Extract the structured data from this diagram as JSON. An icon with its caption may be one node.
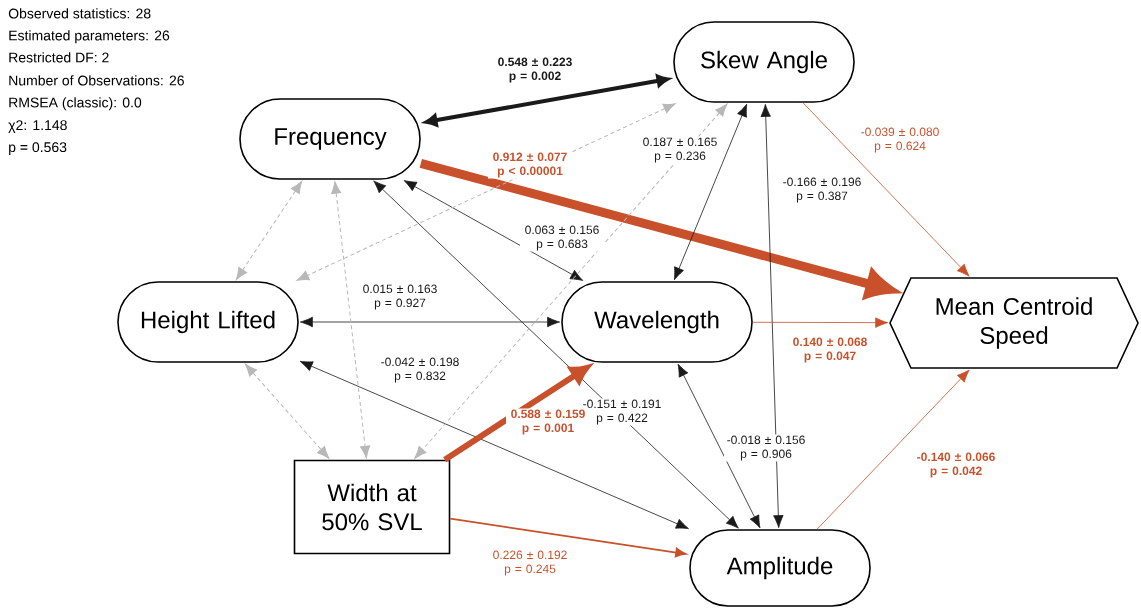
{
  "diagram": {
    "nodes": [
      {
        "text": [
          "Skew Angle"
        ]
      },
      {
        "text": [
          "Frequency"
        ]
      },
      {
        "text": [
          "Height Lifted"
        ]
      },
      {
        "text": [
          "Wavelength"
        ]
      },
      {
        "text": [
          "Mean Centroid Speed"
        ]
      },
      {
        "text": [
          "Width at 50% SVL"
        ]
      },
      {
        "text": [
          "Amplitude"
        ]
      }
    ],
    "edges": [
      {
        "from": 1,
        "to": 0,
        "arrow": "both",
        "style": "thick",
        "label": "0.548 ± 0.223 p = 0.002"
      },
      {
        "from": 1,
        "to": 4,
        "arrow": "to",
        "style": "thick",
        "color": "#c8502a",
        "label": "0.912 ± 0.077 p < 0.00001"
      },
      {
        "from": 0,
        "to": 4,
        "arrow": "to",
        "color": "#c8502a",
        "label": "-0.039 ± 0.080 p = 0.624"
      },
      {
        "from": 0,
        "to": 3,
        "arrow": "both",
        "label": "0.187 ± 0.165 p = 0.236"
      },
      {
        "from": 0,
        "to": 6,
        "arrow": "both",
        "label": "-0.166 ± 0.196 p = 0.387"
      },
      {
        "from": 1,
        "to": 3,
        "arrow": "both",
        "label": "0.063 ± 0.156 p = 0.683"
      },
      {
        "from": 1,
        "to": 6,
        "arrow": "both",
        "label": "-0.151 ± 0.191 p = 0.422"
      },
      {
        "from": 2,
        "to": 3,
        "arrow": "both",
        "label": "0.015 ± 0.163 p = 0.927"
      },
      {
        "from": 2,
        "to": 6,
        "arrow": "both",
        "label": "-0.042 ± 0.198 p = 0.832"
      },
      {
        "from": 3,
        "to": 4,
        "arrow": "to",
        "color": "#c8502a",
        "label": "0.140 ± 0.068 p = 0.047"
      },
      {
        "from": 3,
        "to": 6,
        "arrow": "both",
        "label": "-0.018 ± 0.156 p = 0.906"
      },
      {
        "from": 5,
        "to": 3,
        "arrow": "to",
        "style": "thick",
        "color": "#c8502a",
        "label": "0.588 ± 0.159 p = 0.001"
      },
      {
        "from": 5,
        "to": 6,
        "arrow": "to",
        "color": "#c8502a",
        "label": "0.226 ± 0.192 p = 0.245"
      },
      {
        "from": 6,
        "to": 4,
        "arrow": "to",
        "color": "#c8502a",
        "label": "-0.140 ± 0.066 p = 0.042"
      },
      {
        "from": 1,
        "to": 2,
        "arrow": "both",
        "style": "dashed",
        "color": "#b8b8b8"
      },
      {
        "from": 1,
        "to": 5,
        "arrow": "both",
        "style": "dashed",
        "color": "#b8b8b8"
      },
      {
        "from": 0,
        "to": 2,
        "arrow": "both",
        "style": "dashed",
        "color": "#b8b8b8"
      },
      {
        "from": 0,
        "to": 5,
        "arrow": "both",
        "style": "dashed",
        "color": "#b8b8b8"
      },
      {
        "from": 2,
        "to": 5,
        "arrow": "both",
        "style": "dashed",
        "color": "#b8b8b8"
      }
    ],
    "labels": [
      "Observed statistics: 28",
      "Estimated parameters: 26",
      "Restricted DF: 2",
      "Number of Observations: 26",
      "RMSEA (classic): 0.0",
      "χ2: 1.148",
      "p = 0.563"
    ]
  }
}
